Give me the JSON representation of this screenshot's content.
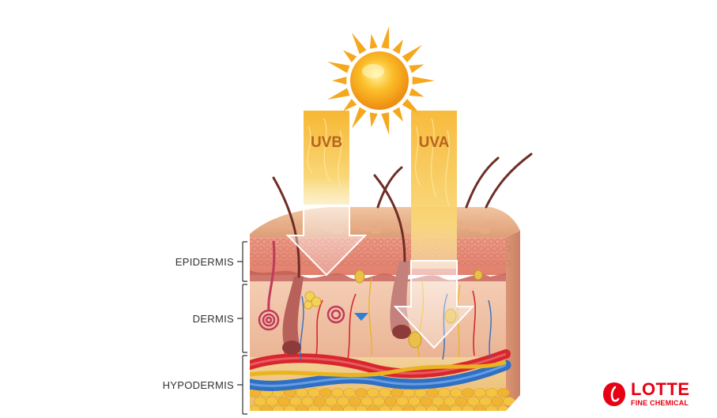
{
  "rays": {
    "uvb_label": "UVB",
    "uva_label": "UVA"
  },
  "layers": {
    "epidermis": "EPIDERMIS",
    "dermis": "DERMIS",
    "hypodermis": "HYPODERMIS"
  },
  "brand": {
    "name": "LOTTE",
    "subtitle": "FINE CHEMICAL",
    "color": "#e60012"
  },
  "colors": {
    "sun_core": "#f7a416",
    "sun_rays": "#f5a81c",
    "ray_beam": "#f8c446",
    "skin_top": "#e8b08a",
    "epidermis": "#e98f7a",
    "dermis": "#f2c3a8",
    "fat": "#f5c542",
    "artery": "#d8262e",
    "vein": "#2f6fc4",
    "nerve": "#e9b41d"
  }
}
